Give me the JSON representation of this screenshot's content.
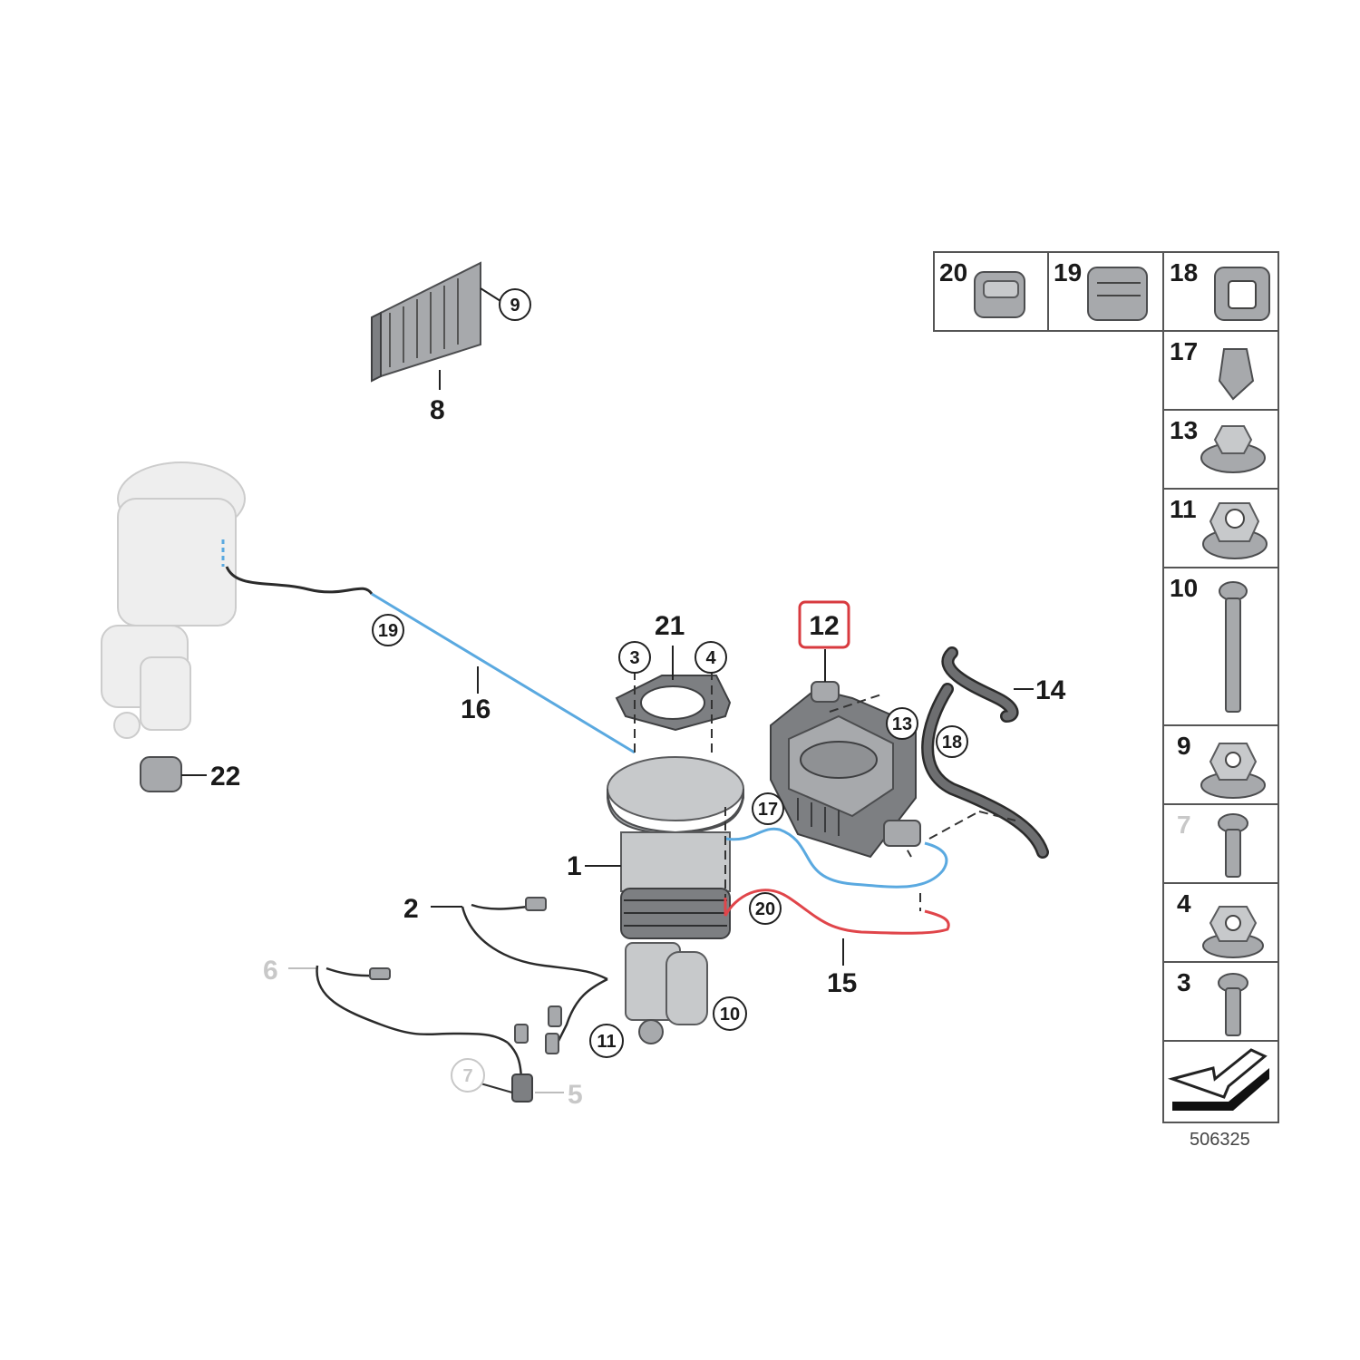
{
  "callouts": {
    "p1": "1",
    "p2": "2",
    "p3": "3",
    "p4": "4",
    "p5": "5",
    "p6": "6",
    "p7": "7",
    "p8": "8",
    "p9": "9",
    "p10": "10",
    "p11": "11",
    "p12": "12",
    "p13": "13",
    "p14": "14",
    "p15": "15",
    "p16": "16",
    "p17": "17",
    "p18": "18",
    "p19": "19",
    "p20": "20",
    "p21": "21",
    "p22": "22"
  },
  "legend": {
    "top_row": [
      "20",
      "19",
      "18"
    ],
    "column": [
      "17",
      "13",
      "11",
      "10",
      "9",
      "7",
      "4",
      "3"
    ]
  },
  "diagram_number": "506325",
  "colors": {
    "blue_line": "#5aa9e0",
    "red_line": "#e0454a",
    "highlight_box": "#d83a3f"
  }
}
